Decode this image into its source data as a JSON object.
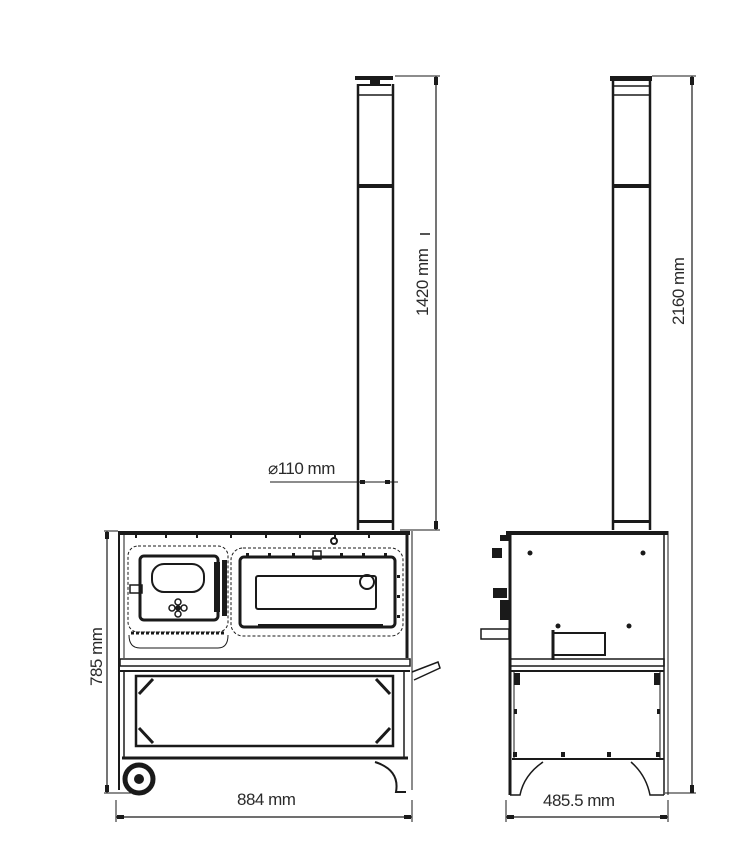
{
  "drawing": {
    "type": "technical drawing - wood cooking stove with flue pipe",
    "views": [
      "front-view",
      "side-view"
    ],
    "colors": {
      "line": "#1a1a1a",
      "text": "#2a2a2a",
      "background": "#ffffff"
    }
  },
  "front_view": {
    "flue_height_label": "1420 mm",
    "flue_diameter_label": "⌀110 mm",
    "body_height_label": "785 mm",
    "width_label": "884 mm"
  },
  "side_view": {
    "total_height_label": "2160 mm",
    "depth_label": "485.5 mm"
  }
}
